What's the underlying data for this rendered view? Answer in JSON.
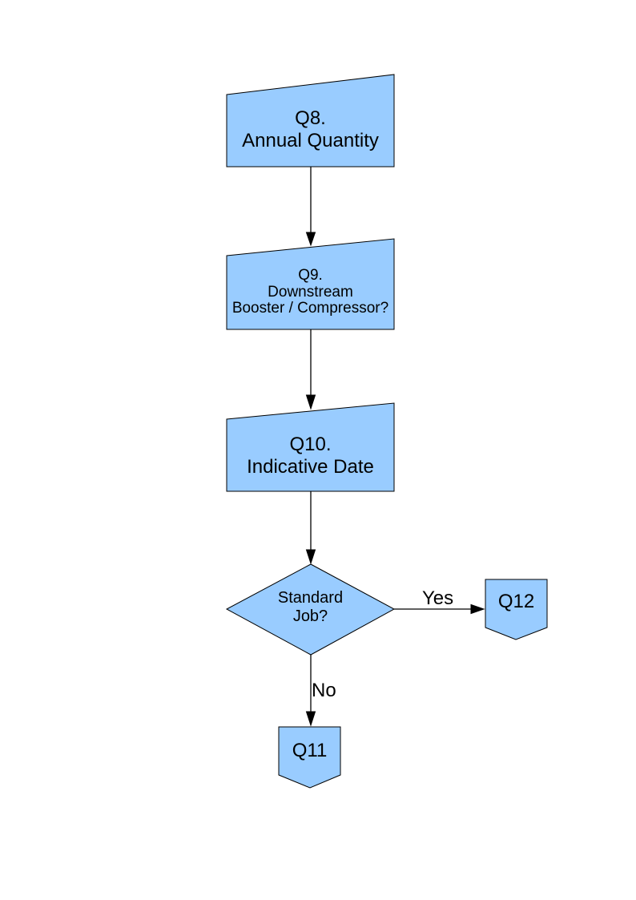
{
  "page": {
    "kind": "flowchart-page",
    "background": "#ffffff"
  },
  "colors": {
    "node-fill": "#99CCFF",
    "node-border": "#000000",
    "connector": "#000000",
    "text": "#000000",
    "page-bg": "#ffffff"
  },
  "flowchart": {
    "nodes": {
      "q8": {
        "shape": "manual-input",
        "lines": [
          "Q8.",
          "Annual Quantity"
        ]
      },
      "q9": {
        "shape": "manual-input",
        "lines": [
          "Q9.",
          "Downstream",
          "Booster / Compressor?"
        ]
      },
      "q10": {
        "shape": "manual-input",
        "lines": [
          "Q10.",
          "Indicative Date"
        ]
      },
      "decision": {
        "shape": "decision-diamond",
        "lines": [
          "Standard",
          "Job?"
        ]
      },
      "q12": {
        "shape": "off-page-connector",
        "lines": [
          "Q12"
        ]
      },
      "q11": {
        "shape": "off-page-connector",
        "lines": [
          "Q11"
        ]
      }
    },
    "edges": {
      "q8_to_q9": {
        "from": "q8",
        "to": "q9",
        "label": ""
      },
      "q9_to_q10": {
        "from": "q9",
        "to": "q10",
        "label": ""
      },
      "q10_to_decision": {
        "from": "q10",
        "to": "decision",
        "label": ""
      },
      "decision_to_q12": {
        "from": "decision",
        "to": "q12",
        "label": "Yes"
      },
      "decision_to_q11": {
        "from": "decision",
        "to": "q11",
        "label": "No"
      }
    }
  }
}
